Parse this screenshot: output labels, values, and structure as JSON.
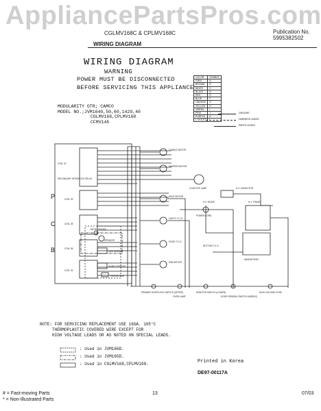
{
  "watermark": "AppliancePartsPros.com",
  "header": {
    "model_line": "CGLMV168C & CPLMV168C",
    "publication_label": "Publication No.",
    "publication_no": "5995382502",
    "section_title": "WIRING DIAGRAM"
  },
  "diagram": {
    "title": "WIRING DIAGRAM",
    "warning_label": "WARNING",
    "warning_line1": "POWER MUST BE DISCONNECTED",
    "warning_line2": "BEFORE SERVICING THIS APPLIANCE",
    "modularity": "MODULARITY OTR; CAMCO",
    "model_nos_1": "MODEL NO.;JVM1640,50,60,1429,40",
    "model_nos_2": "CGLMV168,CPLMV168",
    "model_nos_3": "CFMV145",
    "color_table": {
      "header": [
        "COLOR",
        "SYMBOL"
      ],
      "rows": [
        [
          "GRAY",
          "A"
        ],
        [
          "BROWN",
          "B"
        ],
        [
          "WHITE",
          "C"
        ],
        [
          "BLACK",
          "D"
        ],
        [
          "RED",
          "E"
        ],
        [
          "BLUE",
          "F"
        ],
        [
          "ORANGE",
          "G"
        ],
        [
          "YELLOW",
          "H"
        ],
        [
          "GREEN",
          "I"
        ],
        [
          "PINK",
          "J"
        ],
        [
          "PURPLE",
          "K"
        ],
        [
          "L.VIOLET",
          "L"
        ]
      ]
    },
    "legend": {
      "ground": "GROUND",
      "harness": "HARNESS LEADS",
      "parts": "PARTS LEADS"
    },
    "left_labels": [
      "P",
      "C",
      "B"
    ],
    "connector_labels": [
      "CON. 02",
      "SECONDARY INTERLOCK RELAY",
      "CON. 03",
      "CON. 05",
      "CON. 06",
      "CON. 04"
    ],
    "component_labels": {
      "turntable": "T.TABLE MOTOR",
      "damper": "DAMPER MOTOR",
      "cooktop_lamp": "COOKTOP LAMP",
      "vent": "VENT MOTOR",
      "cavity": "CAVITY T.C.O.",
      "hood": "HOOD T.C.O.",
      "fan": "FAN MOTOR",
      "speaker": "SPEAKER",
      "micro": "MICRO PHONE",
      "gas_sensor": "GAS SENSOR",
      "humidity": "HUMID SENSOR",
      "thermistor": "THERMISTOR",
      "hv_diode": "H.V. DIODE",
      "hv_capacitor": "H.V. CAPACITOR",
      "hv_trans": "H.V. TRANS",
      "magnetron": "MAGNETRON",
      "bottom_tco": "BOTTOM T.C.O.",
      "power_cord": "POWER CORD",
      "primary_switch": "PRIMARY INTERLOCK SWITCH (UPPER)",
      "oven_lamp": "OVEN LAMP",
      "monitor_switch": "MONITOR SWITCH (LOWER)",
      "hv_fuse": "HIGH VOLTAGE FUSE",
      "door_sensing": "DOOR SENSING SWITCH (MIDDLE)"
    },
    "note_line1": "NOTE: FOR SERVICING REPLACEMENT USE 16GA. 105°C",
    "note_line2": "THERMOPLASTIC COVERED WIRE EXCEPT FOR",
    "note_line3": "HIGH VOLTAGE LEADS OR AS NOTED ON SPECIAL LEADS.",
    "usage": [
      ": Used in JVM166D.",
      ": Used in JVM165D.",
      ": Used in CGLMV168,CPLMV168."
    ],
    "printed": "Printed in Korea",
    "code": "DE97-00117A"
  },
  "footer": {
    "fast": "# = Fast-moving Parts",
    "non": "* = Non-Illustrated Parts",
    "page": "13",
    "date": "07/03"
  }
}
